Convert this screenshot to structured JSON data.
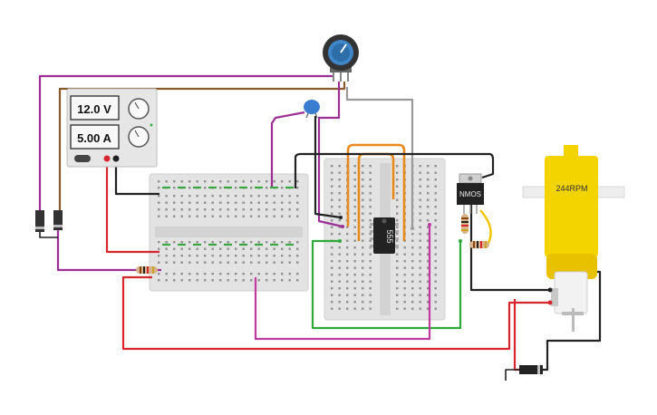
{
  "power_supply": {
    "voltage": "12.0 V",
    "current": "5.00 A"
  },
  "ic": {
    "label": "555"
  },
  "transistor": {
    "label": "NMOS"
  },
  "motor": {
    "speed": "244RPM"
  },
  "colors": {
    "wire_red": "#d8262e",
    "wire_black": "#222222",
    "wire_purple": "#9b2f94",
    "wire_brown": "#8a5a2b",
    "wire_gray": "#9a9a9a",
    "wire_orange": "#e8891d",
    "wire_green": "#2fa83a",
    "wire_magenta": "#c03aa0",
    "wire_yellow": "#f2c400",
    "breadboard": "#e6e6e6",
    "motor_yellow": "#f4d400",
    "knob_blue": "#3f86c8"
  }
}
